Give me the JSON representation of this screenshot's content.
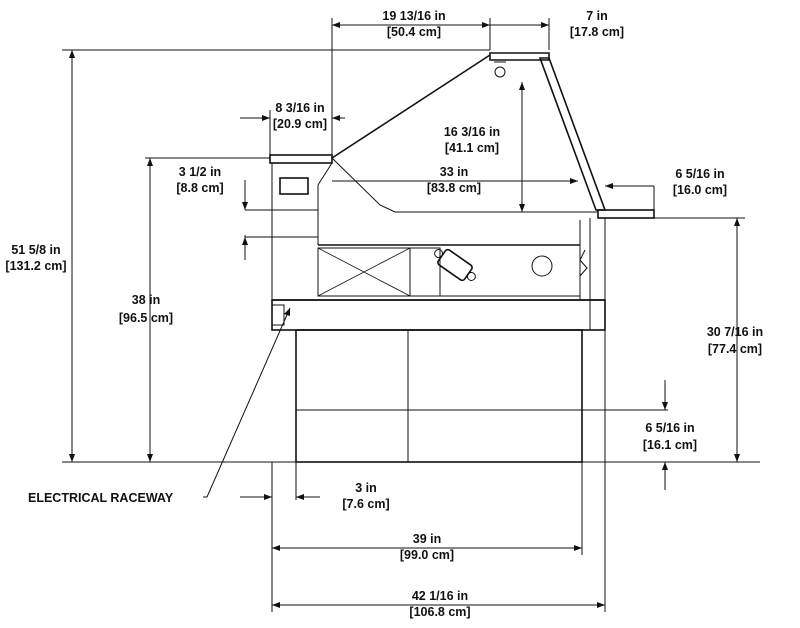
{
  "dimensions": {
    "top_width": {
      "imperial": "19 13/16 in",
      "metric": "[50.4 cm]"
    },
    "canopy_depth": {
      "imperial": "7 in",
      "metric": "[17.8 cm]"
    },
    "rear_shelf": {
      "imperial": "8 3/16 in",
      "metric": "[20.9 cm]"
    },
    "glass_height": {
      "imperial": "16 3/16 in",
      "metric": "[41.1 cm]"
    },
    "rear_step": {
      "imperial": "3 1/2 in",
      "metric": "[8.8 cm]"
    },
    "deck_depth": {
      "imperial": "33 in",
      "metric": "[83.8 cm]"
    },
    "front_ledge": {
      "imperial": "6 5/16 in",
      "metric": "[16.0 cm]"
    },
    "overall_height": {
      "imperial": "51 5/8 in",
      "metric": "[131.2 cm]"
    },
    "rear_height": {
      "imperial": "38 in",
      "metric": "[96.5 cm]"
    },
    "front_height": {
      "imperial": "30 7/16 in",
      "metric": "[77.4 cm]"
    },
    "kick_height": {
      "imperial": "6 5/16 in",
      "metric": "[16.1 cm]"
    },
    "rear_offset": {
      "imperial": "3 in",
      "metric": "[7.6 cm]"
    },
    "base_depth": {
      "imperial": "39 in",
      "metric": "[99.0 cm]"
    },
    "overall_depth": {
      "imperial": "42 1/16 in",
      "metric": "[106.8 cm]"
    }
  },
  "callouts": {
    "electrical_raceway": "ELECTRICAL RACEWAY"
  }
}
